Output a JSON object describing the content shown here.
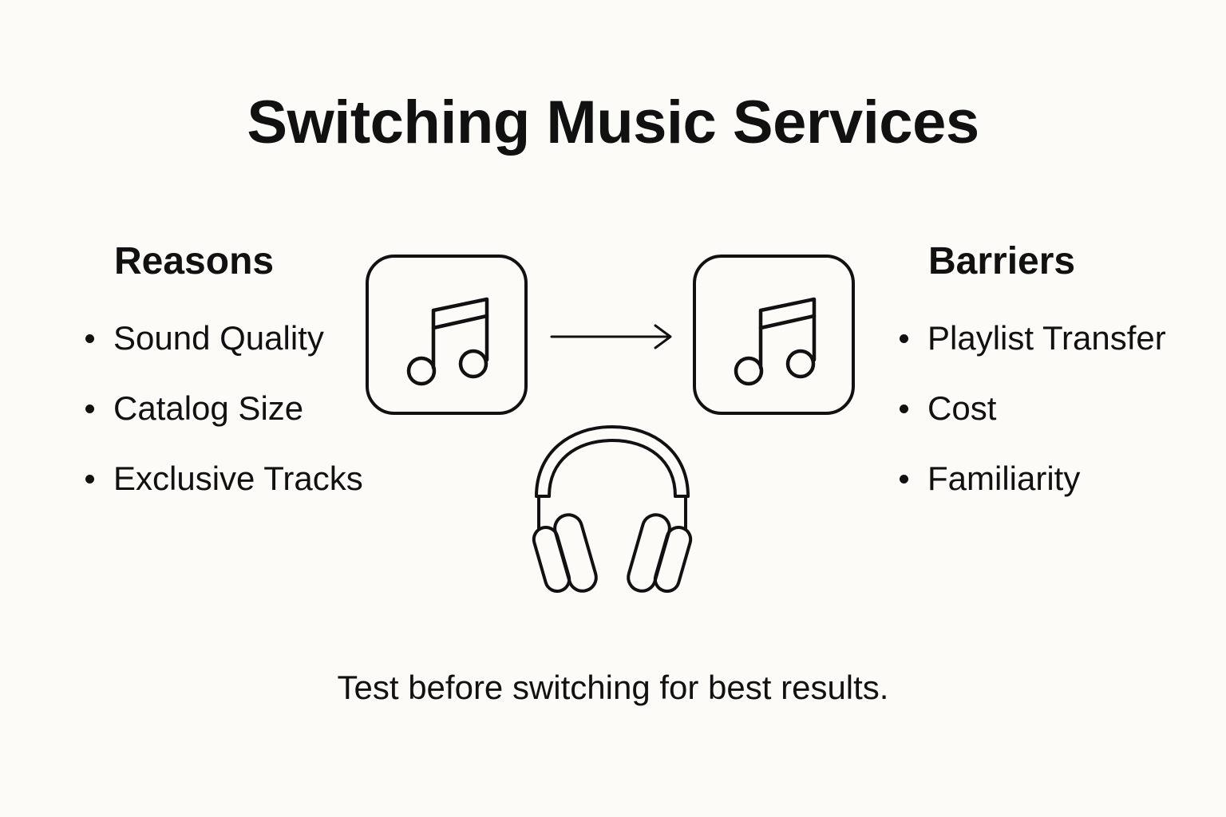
{
  "title": "Switching Music Services",
  "reasons": {
    "heading": "Reasons",
    "items": [
      "Sound Quality",
      "Catalog Size",
      "Exclusive Tracks"
    ]
  },
  "barriers": {
    "heading": "Barriers",
    "items": [
      "Playlist Transfer",
      "Cost",
      "Familiarity"
    ]
  },
  "icons": {
    "from_service": "music-note-app-icon",
    "arrow": "arrow-right-icon",
    "to_service": "music-note-app-icon",
    "listener": "headphones-icon"
  },
  "footer": "Test before switching for best results.",
  "colors": {
    "background": "#fcfbf7",
    "ink": "#111111"
  }
}
